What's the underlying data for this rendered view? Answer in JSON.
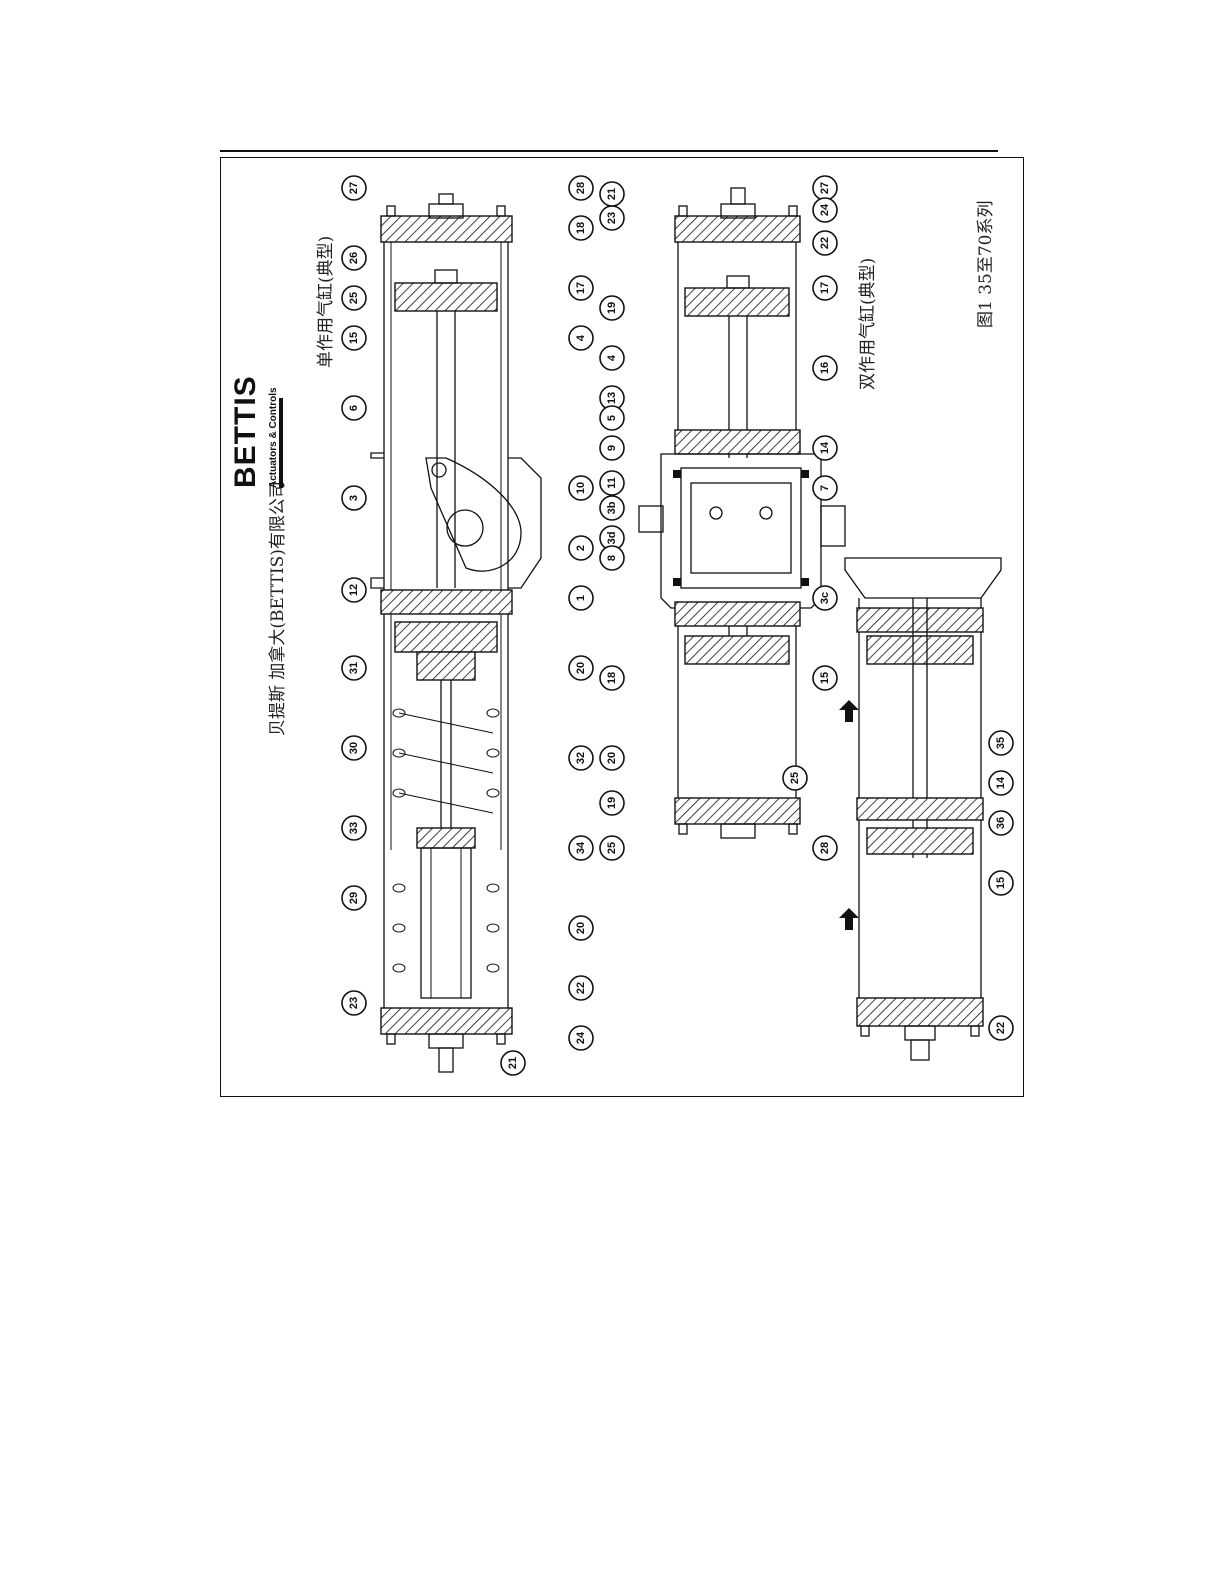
{
  "header": {
    "company": "贝提斯 加拿大(BETTIS)有限公司",
    "brand_logo": "BETTIS",
    "brand_tagline": "Actuators & Controls"
  },
  "views": {
    "single_acting_title": "单作用气缸(典型)",
    "double_acting_title": "双作用气缸(典型)",
    "figure_caption": "图1 35至70系列"
  },
  "callouts": {
    "single_top": [
      "27",
      "26",
      "25",
      "15",
      "6",
      "3",
      "12",
      "31",
      "30",
      "33",
      "29",
      "23"
    ],
    "single_bottom": [
      "28",
      "18",
      "17",
      "4",
      "10",
      "2",
      "1",
      "20",
      "32",
      "34",
      "20",
      "22",
      "24",
      "21"
    ],
    "double_top": [
      "23",
      "21",
      "19",
      "4",
      "13",
      "5",
      "9",
      "11",
      "3b",
      "3d",
      "8",
      "18",
      "20",
      "19",
      "25"
    ],
    "double_bottom": [
      "27",
      "24",
      "22",
      "17",
      "16",
      "14",
      "7",
      "3c",
      "15",
      "25",
      "28"
    ],
    "extension": [
      "35",
      "14",
      "36",
      "15",
      "22"
    ]
  }
}
